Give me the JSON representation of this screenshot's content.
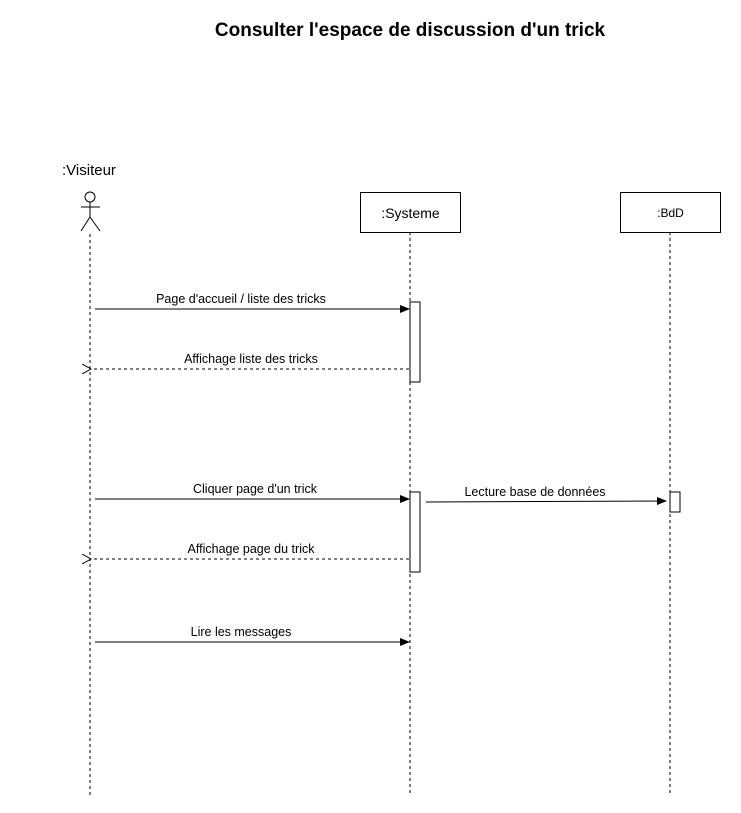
{
  "title": "Consulter l'espace de discussion d'un trick",
  "actor": {
    "label": ":Visiteur"
  },
  "participants": [
    {
      "id": "systeme",
      "label": ":Systeme"
    },
    {
      "id": "bdd",
      "label": ":BdD"
    }
  ],
  "messages": [
    {
      "label": "Page d'accueil / liste des tricks",
      "from": "visiteur",
      "to": "systeme",
      "kind": "sync"
    },
    {
      "label": "Affichage liste des tricks",
      "from": "systeme",
      "to": "visiteur",
      "kind": "return"
    },
    {
      "label": "Cliquer page d'un trick",
      "from": "visiteur",
      "to": "systeme",
      "kind": "sync"
    },
    {
      "label": "Lecture base de données",
      "from": "systeme",
      "to": "bdd",
      "kind": "sync"
    },
    {
      "label": "Affichage page du trick",
      "from": "systeme",
      "to": "visiteur",
      "kind": "return"
    },
    {
      "label": "Lire les messages",
      "from": "visiteur",
      "to": "systeme",
      "kind": "sync"
    }
  ]
}
